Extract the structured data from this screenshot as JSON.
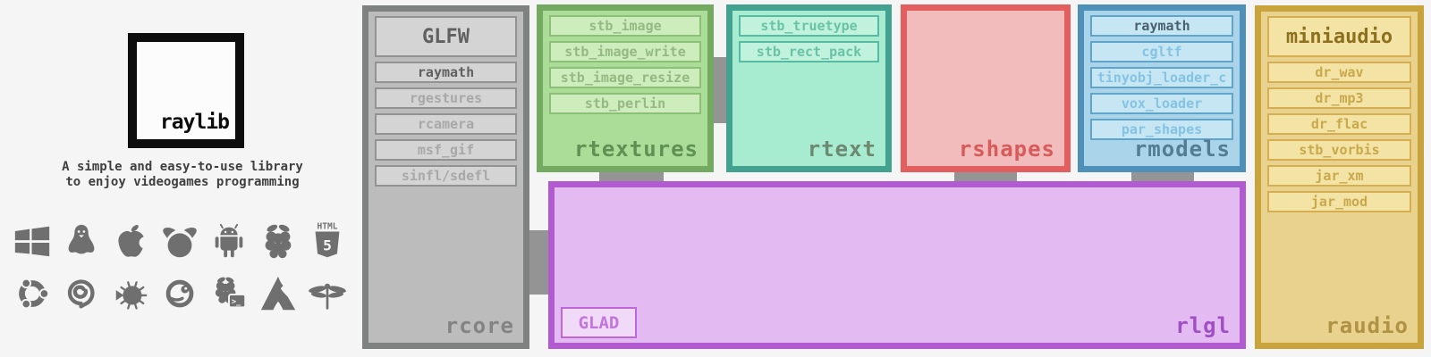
{
  "colors": {
    "background": "#f5f5f6",
    "connector": "#949494",
    "icon_gray": "#6f6f6f",
    "tagline_text": "#3f3f3f",
    "logo_border": "#0d0d0d",
    "logo_fill": "#fcfcfc"
  },
  "brand": {
    "logo_text": "raylib",
    "tagline_line1": "A simple and easy-to-use library",
    "tagline_line2": "to enjoy videogames programming"
  },
  "platforms": {
    "row1": [
      "windows",
      "linux",
      "apple",
      "freebsd",
      "android",
      "raspberry-pi",
      "html5"
    ],
    "row2": [
      "ubuntu",
      "debian",
      "openbsd",
      "opensuse",
      "raspberry-pi-os",
      "arch-linux",
      "dragonfly-bsd"
    ]
  },
  "modules": [
    {
      "id": "rcore",
      "label": "rcore",
      "colors": {
        "border": "#7f8080",
        "fill": "#bcbcbc",
        "dep_fill": "#d4d4d4",
        "dep_border": "#929292",
        "dep_text": "#a8a8a8",
        "dep_text_dark": "#606060",
        "label": "#838383"
      },
      "deps": [
        {
          "label": "GLFW",
          "variant": "big"
        },
        {
          "label": "raymath",
          "variant": "dark"
        },
        {
          "label": "rgestures",
          "variant": "normal"
        },
        {
          "label": "rcamera",
          "variant": "normal"
        },
        {
          "label": "msf_gif",
          "variant": "normal"
        },
        {
          "label": "sinfl/sdefl",
          "variant": "normal"
        }
      ]
    },
    {
      "id": "rtextures",
      "label": "rtextures",
      "colors": {
        "border": "#74a961",
        "fill": "#abdd98",
        "dep_fill": "#cdeebc",
        "dep_border": "#8cbf78",
        "dep_text": "#96b883",
        "dep_text_dark": "#5f9154",
        "label": "#5f9154"
      },
      "deps": [
        {
          "label": "stb_image",
          "variant": "normal"
        },
        {
          "label": "stb_image_write",
          "variant": "normal"
        },
        {
          "label": "stb_image_resize",
          "variant": "normal"
        },
        {
          "label": "stb_perlin",
          "variant": "normal"
        }
      ]
    },
    {
      "id": "rtext",
      "label": "rtext",
      "colors": {
        "border": "#42a28f",
        "fill": "#a7ebd1",
        "dep_fill": "#c0f2de",
        "dep_border": "#57bba1",
        "dep_text": "#69c3a7",
        "dep_text_dark": "#6d8a70",
        "label": "#6d8a70"
      },
      "deps": [
        {
          "label": "stb_truetype",
          "variant": "normal"
        },
        {
          "label": "stb_rect_pack",
          "variant": "normal"
        }
      ]
    },
    {
      "id": "rshapes",
      "label": "rshapes",
      "colors": {
        "border": "#e35e5e",
        "fill": "#f2bcbc",
        "dep_fill": "#f8d4d4",
        "dep_border": "#e87c7c",
        "dep_text": "#e08a8a",
        "dep_text_dark": "#d75b5b",
        "label": "#d75b5b"
      },
      "deps": []
    },
    {
      "id": "rmodels",
      "label": "rmodels",
      "colors": {
        "border": "#4f90b8",
        "fill": "#aad4e9",
        "dep_fill": "#c6e6f4",
        "dep_border": "#61a4c9",
        "dep_text": "#84c3e3",
        "dep_text_dark": "#49606e",
        "label": "#537d93"
      },
      "deps": [
        {
          "label": "raymath",
          "variant": "dark"
        },
        {
          "label": "cgltf",
          "variant": "normal"
        },
        {
          "label": "tinyobj_loader_c",
          "variant": "normal"
        },
        {
          "label": "vox_loader",
          "variant": "normal"
        },
        {
          "label": "par_shapes",
          "variant": "normal"
        }
      ]
    },
    {
      "id": "rlgl",
      "label": "rlgl",
      "colors": {
        "border": "#b25ad0",
        "fill": "#e3baf1",
        "dep_fill": "#f1d9f8",
        "dep_border": "#bd68d6",
        "dep_text": "#c276dc",
        "dep_text_dark": "#a14fc5",
        "label": "#a14fc5"
      },
      "deps": [
        {
          "label": "GLAD",
          "variant": "normal"
        }
      ]
    },
    {
      "id": "raudio",
      "label": "raudio",
      "colors": {
        "border": "#c9a43c",
        "fill": "#e8d28e",
        "dep_fill": "#f3e3a5",
        "dep_border": "#d4ae51",
        "dep_text": "#c9a84c",
        "dep_text_dark": "#8d701e",
        "label": "#b09245"
      },
      "deps": [
        {
          "label": "miniaudio",
          "variant": "big"
        },
        {
          "label": "dr_wav",
          "variant": "normal"
        },
        {
          "label": "dr_mp3",
          "variant": "normal"
        },
        {
          "label": "dr_flac",
          "variant": "normal"
        },
        {
          "label": "stb_vorbis",
          "variant": "normal"
        },
        {
          "label": "jar_xm",
          "variant": "normal"
        },
        {
          "label": "jar_mod",
          "variant": "normal"
        }
      ]
    }
  ]
}
